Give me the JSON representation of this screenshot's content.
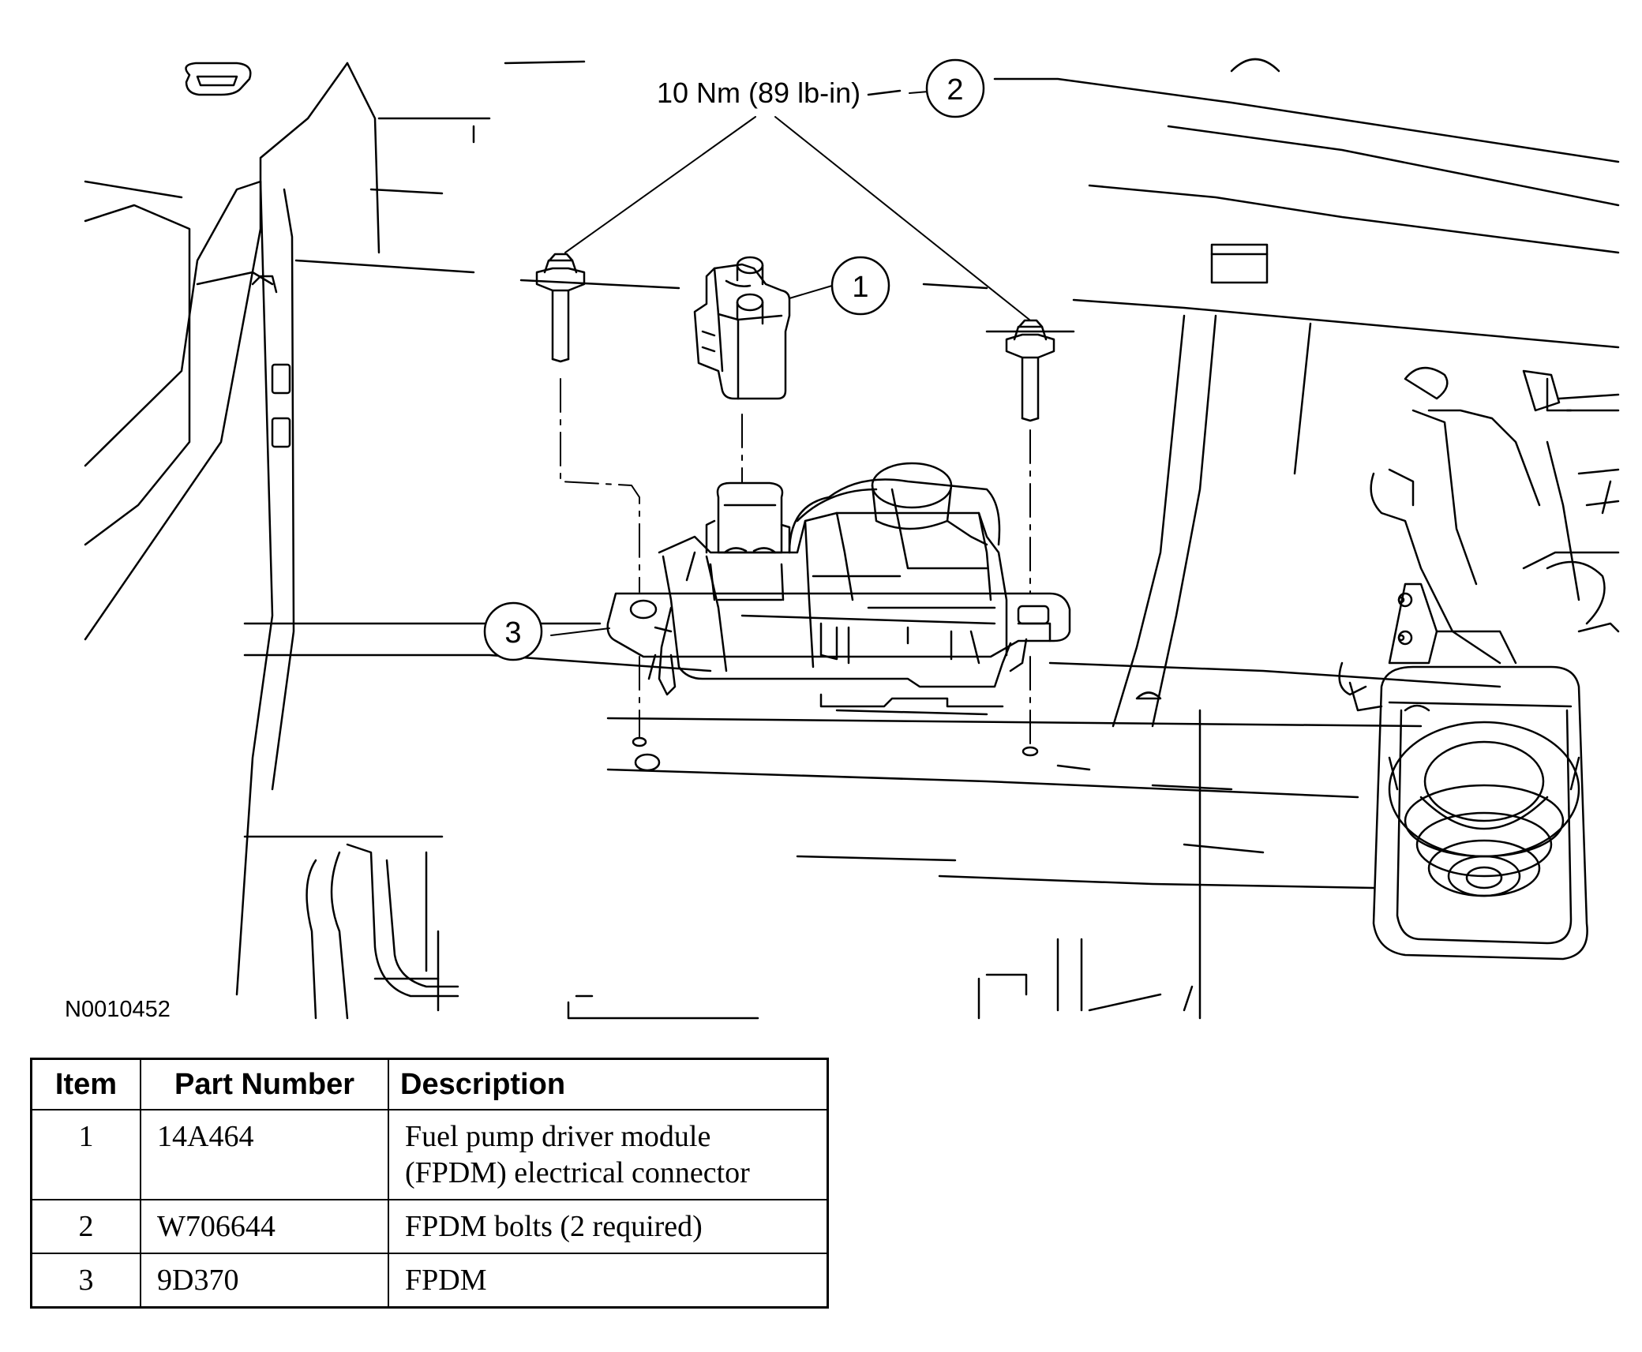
{
  "figure": {
    "figure_id": "N0010452",
    "torque_label": "10 Nm (89 lb-in)",
    "callouts": [
      {
        "number": "1"
      },
      {
        "number": "2"
      },
      {
        "number": "3"
      }
    ]
  },
  "parts_table": {
    "headers": {
      "item": "Item",
      "part_number": "Part Number",
      "description": "Description"
    },
    "rows": [
      {
        "item": "1",
        "part_number": "14A464",
        "description": "Fuel pump driver module (FPDM) electrical connector"
      },
      {
        "item": "2",
        "part_number": "W706644",
        "description": "FPDM bolts (2 required)"
      },
      {
        "item": "3",
        "part_number": "9D370",
        "description": "FPDM"
      }
    ]
  }
}
